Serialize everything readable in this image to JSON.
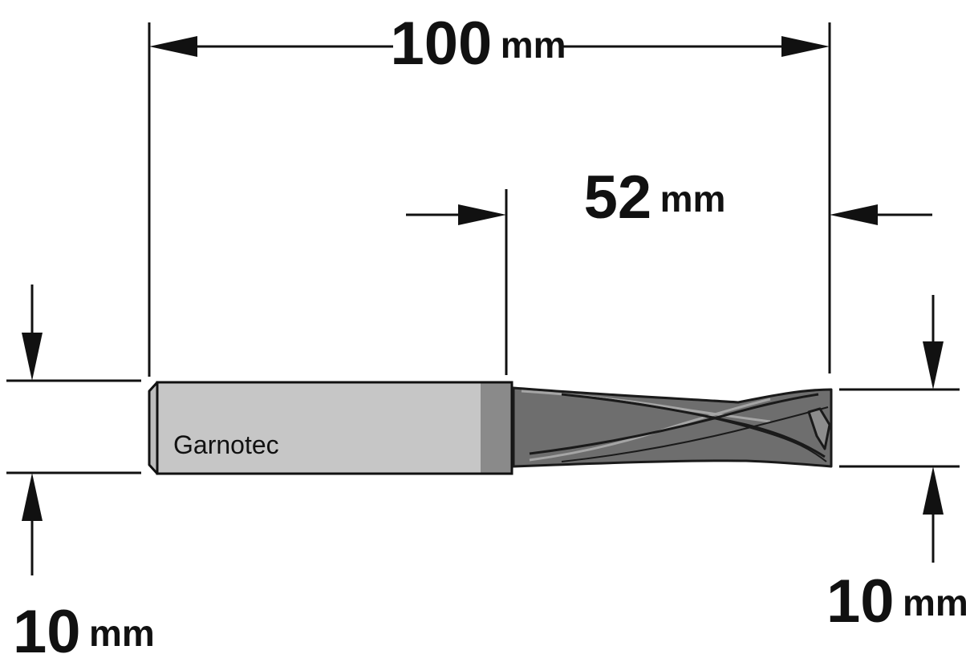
{
  "brand_label": "Garnotec",
  "dimensions": {
    "overall_length": {
      "value": "100",
      "unit": "mm"
    },
    "cutting_length": {
      "value": "52",
      "unit": "mm"
    },
    "shank_diameter": {
      "value": "10",
      "unit": "mm"
    },
    "cutting_diameter": {
      "value": "10",
      "unit": "mm"
    }
  },
  "colors": {
    "line": "#111111",
    "shank_fill": "#c6c6c6",
    "shank_collar": "#8a8a8a",
    "flute_fill": "#6e6e6e",
    "flute_edge": "#1a1a1a",
    "flute_highlight": "#a5a5a5"
  },
  "icons": [
    "arrow-left-icon",
    "arrow-right-icon",
    "arrow-down-icon",
    "arrow-up-icon"
  ]
}
